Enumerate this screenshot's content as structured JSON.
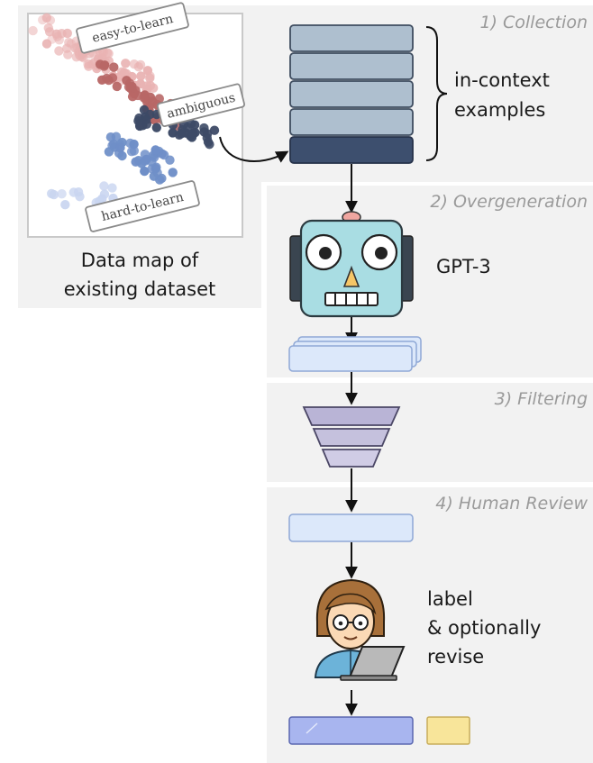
{
  "stages": [
    {
      "label": "1) Collection"
    },
    {
      "label": "2) Overgeneration"
    },
    {
      "label": "3) Filtering"
    },
    {
      "label": "4) Human Review"
    }
  ],
  "data_map": {
    "caption_line1": "Data map of",
    "caption_line2": "existing dataset",
    "labels": {
      "easy": "easy-to-learn",
      "ambiguous": "ambiguous",
      "hard": "hard-to-learn"
    }
  },
  "collection": {
    "line1": "in-context",
    "line2": "examples"
  },
  "model": {
    "name": "GPT-3"
  },
  "review": {
    "line1": "label",
    "line2": "& optionally",
    "line3": "revise"
  },
  "colors": {
    "panel": "#f2f2f2",
    "example_box": "#aebfcf",
    "example_box_dark": "#3d4f6e",
    "robot_face": "#a9dde3",
    "generated": "#dce8fa",
    "funnel": "#c5c1dd",
    "final_blue": "#a8b5ef",
    "final_yellow": "#f8e59a",
    "easy_dots": "#e9b3b3",
    "ambiguous_dots": "#b86766",
    "dark_dots": "#3d4a66",
    "hard_dots": "#6f8fc8"
  }
}
